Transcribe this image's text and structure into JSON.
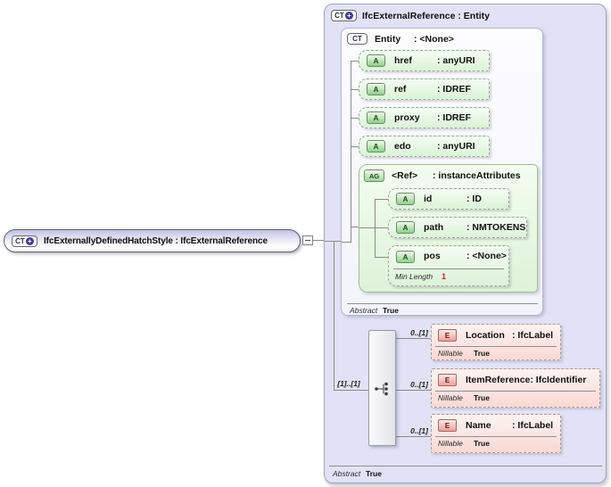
{
  "icons": {
    "ct": "CT",
    "plus": "+",
    "attribute": "A",
    "attribute_group": "AG",
    "element": "E"
  },
  "root": {
    "label": "IfcExternallyDefinedHatchStyle : IfcExternalReference"
  },
  "panel": {
    "title": "IfcExternalReference : Entity",
    "footer": {
      "label": "Abstract",
      "value": "True"
    }
  },
  "entity": {
    "name": "Entity",
    "type": ": <None>",
    "footer": {
      "label": "Abstract",
      "value": "True"
    },
    "attributes": [
      {
        "name": "href",
        "type": ": anyURI"
      },
      {
        "name": "ref",
        "type": ": IDREF"
      },
      {
        "name": "proxy",
        "type": ": IDREF"
      },
      {
        "name": "edo",
        "type": ": anyURI"
      }
    ],
    "group": {
      "name": "<Ref>",
      "type": ": instanceAttributes",
      "attributes": [
        {
          "name": "id",
          "type": ": ID"
        },
        {
          "name": "path",
          "type": ": NMTOKENS"
        },
        {
          "name": "pos",
          "type": ": <None>",
          "facet": {
            "label": "Min Length",
            "value": "1"
          }
        }
      ]
    }
  },
  "sequence": {
    "cardinality": "[1]..[1]"
  },
  "elements": [
    {
      "name": "Location",
      "type": ": IfcLabel",
      "cardinality": "0..[1]",
      "nillable": {
        "label": "Nillable",
        "value": "True"
      }
    },
    {
      "name": "ItemReference",
      "type": ": IfcIdentifier",
      "cardinality": "0..[1]",
      "nillable": {
        "label": "Nillable",
        "value": "True"
      }
    },
    {
      "name": "Name",
      "type": ": IfcLabel",
      "cardinality": "0..[1]",
      "nillable": {
        "label": "Nillable",
        "value": "True"
      }
    }
  ],
  "colors": {
    "panel_bg": "#e2e2f6",
    "attribute_green": "#dbf3d7",
    "element_pink": "#fad9d4",
    "ct_plus_blue": "#3c3c8e",
    "facet_red": "#cc2222",
    "line_gray": "#8a8a8a"
  }
}
